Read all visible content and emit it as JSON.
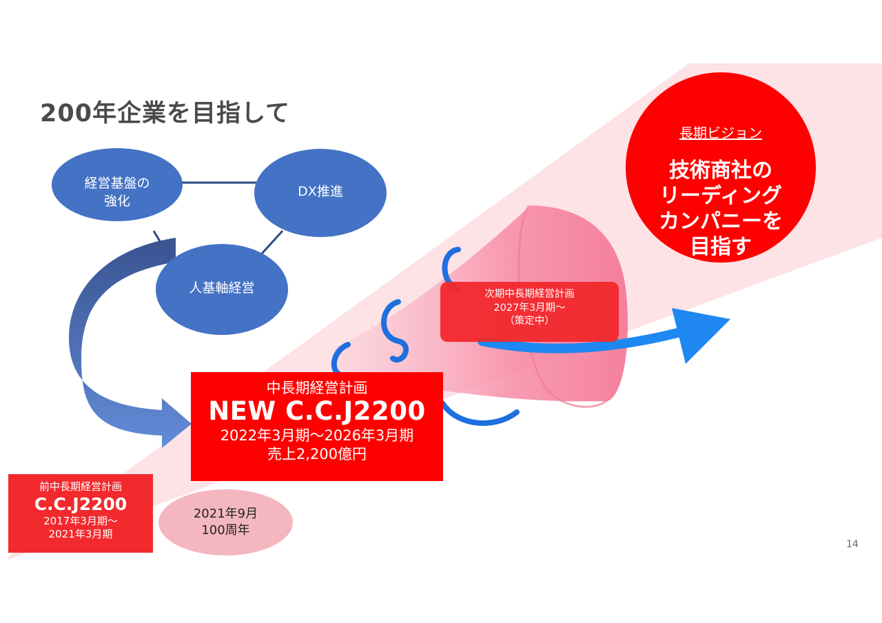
{
  "page": {
    "title": "200年企業を目指して",
    "page_number": "14"
  },
  "foundation": {
    "items": [
      {
        "label": "経営基盤の\n強化"
      },
      {
        "label": "DX推進"
      },
      {
        "label": "人基軸経営"
      }
    ]
  },
  "previous_plan": {
    "label": "前中長期経営計画",
    "name": "C.C.J2200",
    "period": "2017年3月期～\n2021年3月期"
  },
  "centennial": {
    "text": "2021年9月\n100周年"
  },
  "current_plan": {
    "label": "中長期経営計画",
    "name": "NEW C.C.J2200",
    "period": "2022年3月期～2026年3月期",
    "target": "売上2,200億円"
  },
  "next_plan": {
    "label": "次期中長期経営計画",
    "period": "2027年3月期～",
    "status": "（策定中）"
  },
  "vision": {
    "heading": "長期ビジョン",
    "statement": "技術商社の\nリーディング\nカンパニーを\n目指す"
  },
  "colors": {
    "accent_red": "#ff0000",
    "oval_blue": "#4472c4",
    "arrow_blue": "#1e88f0",
    "band_pink": "#fde3e6"
  }
}
